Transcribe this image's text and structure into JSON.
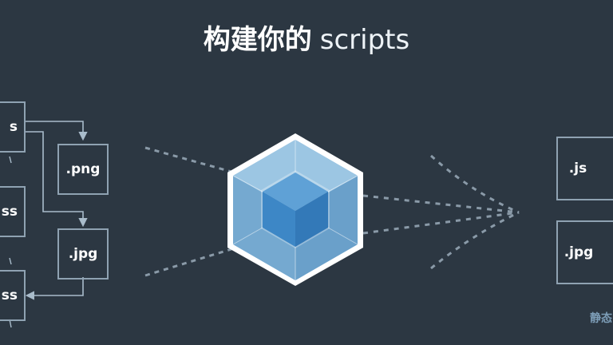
{
  "title": {
    "cn": "构建你的",
    "en": "scripts"
  },
  "left_column": [
    {
      "label": "s"
    },
    {
      "label": "ss"
    },
    {
      "label": "ss"
    }
  ],
  "middle_column": [
    {
      "label": ".png"
    },
    {
      "label": ".jpg"
    }
  ],
  "right_column": [
    {
      "label": ".js"
    },
    {
      "label": ".jpg"
    }
  ],
  "footer_label": "静态",
  "colors": {
    "background": "#2c3742",
    "box_border": "#8fa2b2",
    "cube_outer": "#6fa8d0",
    "cube_inner": "#3f8ccc",
    "dashed": "#8a9aa8"
  }
}
